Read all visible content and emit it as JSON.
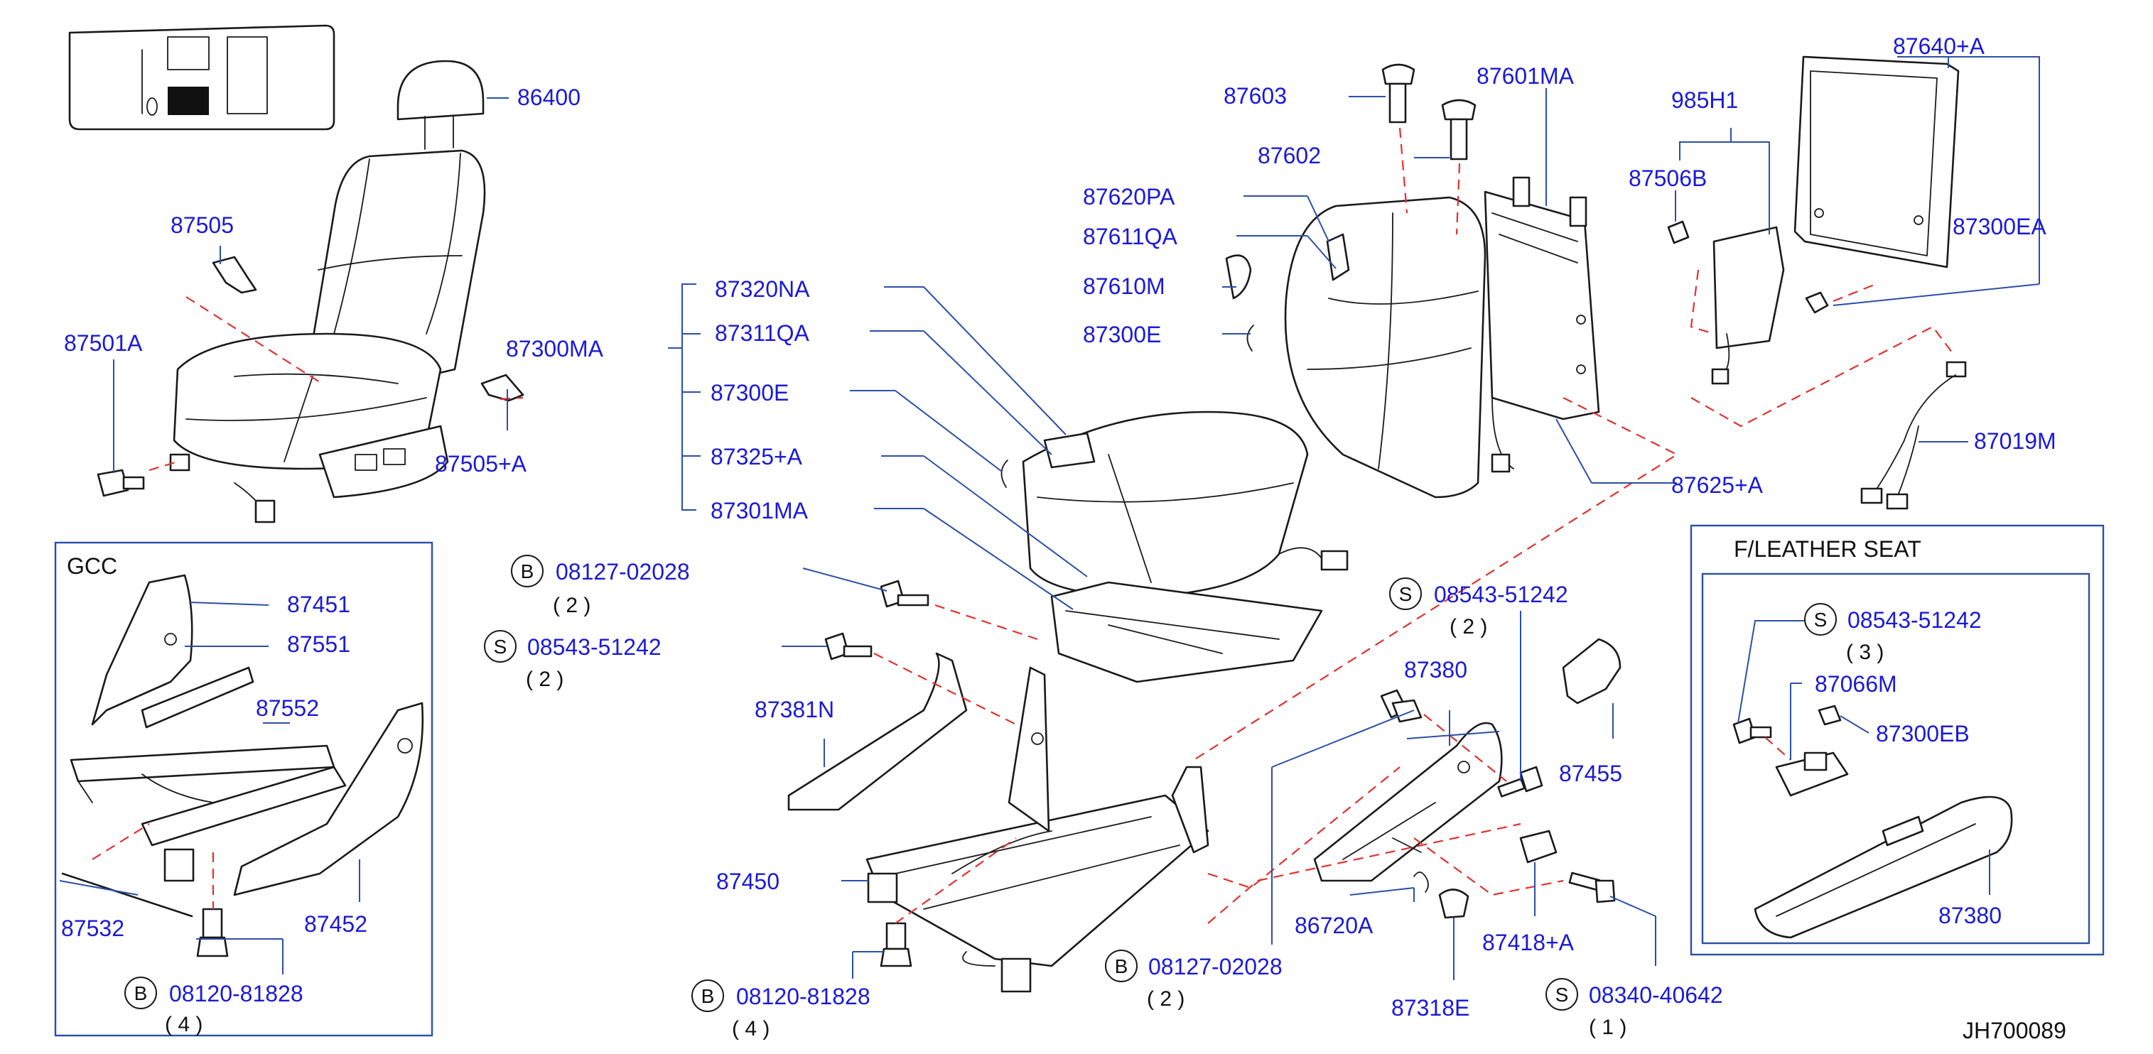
{
  "figure_code": "JH700089",
  "boxes": {
    "gcc_title": "GCC",
    "leather_title": "F/LEATHER  SEAT"
  },
  "labels": {
    "p86400": "86400",
    "p87505": "87505",
    "p87501A": "87501A",
    "p87300MA": "87300MA",
    "p87505A": "87505+A",
    "p87451": "87451",
    "p87551": "87551",
    "p87552": "87552",
    "p87532": "87532",
    "p87452": "87452",
    "p87320NA": "87320NA",
    "p87311QA": "87311QA",
    "p87300E_left": "87300E",
    "p87325A": "87325+A",
    "p87301MA": "87301MA",
    "p87381N": "87381N",
    "p87450": "87450",
    "p87603": "87603",
    "p87602": "87602",
    "p87601MA": "87601MA",
    "p87620PA": "87620PA",
    "p87611QA": "87611QA",
    "p87610M": "87610M",
    "p87300E_right": "87300E",
    "p985H1": "985H1",
    "p87506B": "87506B",
    "p87640A": "87640+A",
    "p87300EA": "87300EA",
    "p87019M": "87019M",
    "p87625A": "87625+A",
    "p87380_mid": "87380",
    "p87455": "87455",
    "p86720A": "86720A",
    "p87418A": "87418+A",
    "p87318E": "87318E",
    "p87066M": "87066M",
    "p87300EB": "87300EB",
    "p87380_right": "87380"
  },
  "callouts": {
    "b1": {
      "circle": "B",
      "part": "08127-02028",
      "qty": "( 2 )"
    },
    "s1": {
      "circle": "S",
      "part": "08543-51242",
      "qty": "( 2 )"
    },
    "s2": {
      "circle": "S",
      "part": "08543-51242",
      "qty": "( 2 )"
    },
    "s3": {
      "circle": "S",
      "part": "08543-51242",
      "qty": "( 3 )"
    },
    "b2": {
      "circle": "B",
      "part": "08127-02028",
      "qty": "( 2 )"
    },
    "b3": {
      "circle": "B",
      "part": "08120-81828",
      "qty": "( 4 )"
    },
    "b4": {
      "circle": "B",
      "part": "08120-81828",
      "qty": "( 4 )"
    },
    "s4": {
      "circle": "S",
      "part": "08340-40642",
      "qty": "( 1 )"
    }
  },
  "colors": {
    "part_number": "#1a1ad6",
    "leader_line": "#2b4fa8",
    "dashed_link": "#e0322e",
    "drawing": "#1a1a1a"
  }
}
